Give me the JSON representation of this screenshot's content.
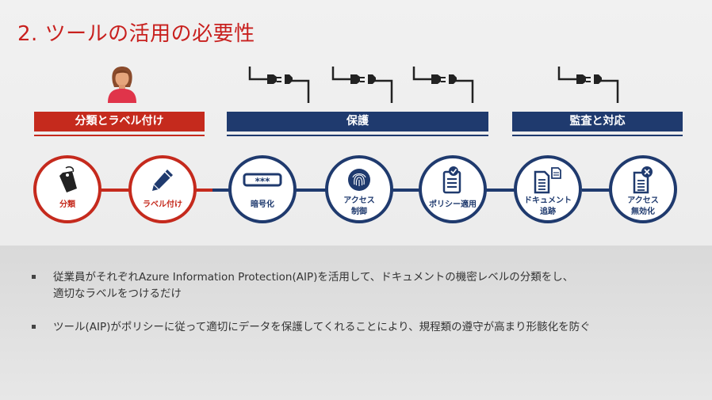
{
  "slide": {
    "title": "2. ツールの活用の必要性",
    "colors": {
      "red": "#c52a1d",
      "navy": "#1f3a6e"
    }
  },
  "bands": [
    {
      "label": "分類とラベル付け",
      "color": "red"
    },
    {
      "label": "保護",
      "color": "navy"
    },
    {
      "label": "監査と対応",
      "color": "navy"
    }
  ],
  "circles": [
    {
      "label": "分類",
      "icon": "tag-icon"
    },
    {
      "label": "ラベル付け",
      "icon": "pencil-icon"
    },
    {
      "label": "暗号化",
      "icon": "password-field-icon"
    },
    {
      "label": "アクセス\n制御",
      "icon": "fingerprint-icon"
    },
    {
      "label": "ポリシー適用",
      "icon": "checklist-icon"
    },
    {
      "label": "ドキュメント\n追跡",
      "icon": "documents-icon"
    },
    {
      "label": "アクセス\n無効化",
      "icon": "document-revoke-icon"
    }
  ],
  "icons": {
    "user": "person-icon",
    "plug": "power-plug-icon"
  },
  "bullets": [
    "従業員がそれぞれAzure Information Protection(AIP)を活用して、ドキュメントの機密レベルの分類をし、\n適切なラベルをつけるだけ",
    "ツール(AIP)がポリシーに従って適切にデータを保護してくれることにより、規程類の遵守が高まり形骸化を防ぐ"
  ]
}
